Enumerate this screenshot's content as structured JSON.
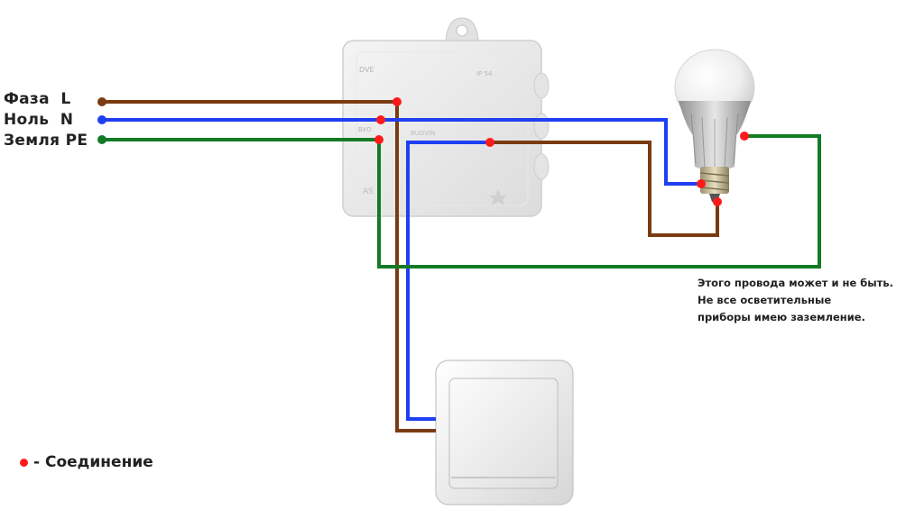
{
  "wires": {
    "phase_label": "Фаза  L",
    "neutral_label": "Ноль  N",
    "ground_label": "Земля PE"
  },
  "colors": {
    "phase": "#7a3b12",
    "neutral": "#1f3ff2",
    "ground": "#137a25",
    "connection": "#ff1a1a"
  },
  "junction_box": {
    "marks": [
      "DVE",
      "IP 54",
      "ВУО",
      "BUDVIN",
      "AS"
    ]
  },
  "note": {
    "lines": [
      "Этого провода может и не быть.",
      "Не все осветительные",
      "приборы имею заземление."
    ]
  },
  "legend": {
    "text": "- Соединение"
  },
  "icons": [
    "lamp-icon",
    "junction-box-icon",
    "switch-icon",
    "connection-dot-icon"
  ]
}
